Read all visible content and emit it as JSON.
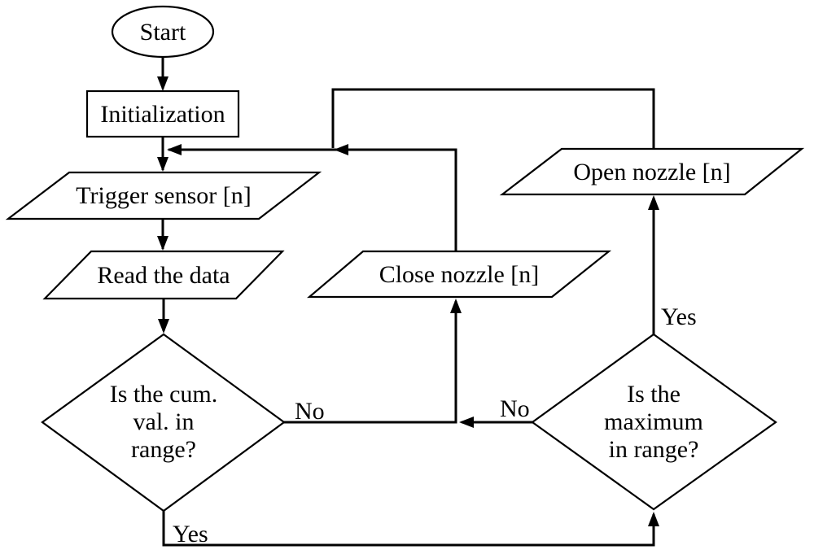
{
  "diagram": {
    "background": "#ffffff",
    "line_color": "#000000",
    "nodes": {
      "start": {
        "type": "terminator",
        "label": "Start"
      },
      "initialization": {
        "type": "process",
        "label": "Initialization"
      },
      "trigger_sensor": {
        "type": "input-output",
        "label": "Trigger sensor [n]"
      },
      "read_data": {
        "type": "input-output",
        "label": "Read the data"
      },
      "cum_decision": {
        "type": "decision",
        "lines": [
          "Is the cum.",
          "val. in",
          "range?"
        ]
      },
      "close_nozzle": {
        "type": "input-output",
        "label": "Close nozzle [n]"
      },
      "open_nozzle": {
        "type": "input-output",
        "label": "Open nozzle [n]"
      },
      "max_decision": {
        "type": "decision",
        "lines": [
          "Is the",
          "maximum",
          "in range?"
        ]
      }
    },
    "edge_labels": {
      "cum_no": "No",
      "cum_yes": "Yes",
      "max_no": "No",
      "max_yes": "Yes"
    }
  }
}
